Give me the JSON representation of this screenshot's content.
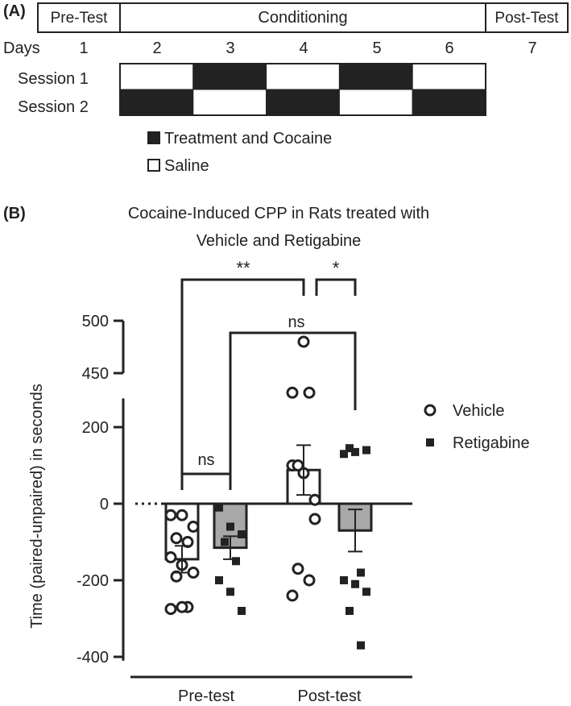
{
  "panel_a": {
    "label": "(A)",
    "phases": [
      "Pre-Test",
      "Conditioning",
      "Post-Test"
    ],
    "days_label": "Days",
    "days": [
      "1",
      "2",
      "3",
      "4",
      "5",
      "6",
      "7"
    ],
    "sessions": [
      {
        "label": "Session 1",
        "cells": [
          "white",
          "black",
          "white",
          "black",
          "white"
        ]
      },
      {
        "label": "Session 2",
        "cells": [
          "black",
          "white",
          "black",
          "white",
          "black"
        ]
      }
    ],
    "legend": [
      {
        "label": "Treatment and Cocaine",
        "fill": "black"
      },
      {
        "label": "Saline",
        "fill": "white"
      }
    ]
  },
  "panel_b": {
    "label": "(B)",
    "title_line1": "Cocaine-Induced CPP in Rats treated with",
    "title_line2": "Vehicle and Retigabine",
    "ylabel": "Time (paired-unpaired) in seconds",
    "sig": {
      "pre": "ns",
      "post_vs_post": "*",
      "pre_vs_post_vehicle": "**",
      "pre_vs_post_retigabine": "ns"
    }
  },
  "chart_data": {
    "type": "bar",
    "title": "Cocaine-Induced CPP in Rats treated with Vehicle and Retigabine",
    "xlabel": "",
    "ylabel": "Time (paired-unpaired) in seconds",
    "categories": [
      "Pre-test",
      "Post-test"
    ],
    "y_axis": {
      "broken": true,
      "lower_ticks": [
        -400,
        -200,
        0,
        200
      ],
      "upper_ticks": [
        450,
        500
      ],
      "lower_range": [
        -400,
        290
      ],
      "upper_range": [
        450,
        500
      ]
    },
    "legend_position": "right",
    "series": [
      {
        "name": "Vehicle",
        "marker": "open-circle",
        "bar_color": "#ffffff",
        "means": [
          -145,
          88
        ],
        "errors": [
          35,
          65
        ],
        "points": [
          [
            -30,
            -30,
            -60,
            -90,
            -100,
            -140,
            -160,
            -180,
            -190,
            -270,
            -275,
            -270
          ],
          [
            100,
            80,
            10,
            100,
            300,
            300,
            480,
            -40,
            -170,
            -200,
            -240
          ]
        ]
      },
      {
        "name": "Retigabine",
        "marker": "filled-square",
        "bar_color": "#a8a8a8",
        "means": [
          -115,
          -70
        ],
        "errors": [
          30,
          55
        ],
        "points": [
          [
            -10,
            -60,
            -80,
            -100,
            -150,
            -200,
            -230,
            -280
          ],
          [
            130,
            135,
            140,
            145,
            -180,
            -200,
            -210,
            -230,
            -280,
            -370
          ]
        ]
      }
    ]
  }
}
